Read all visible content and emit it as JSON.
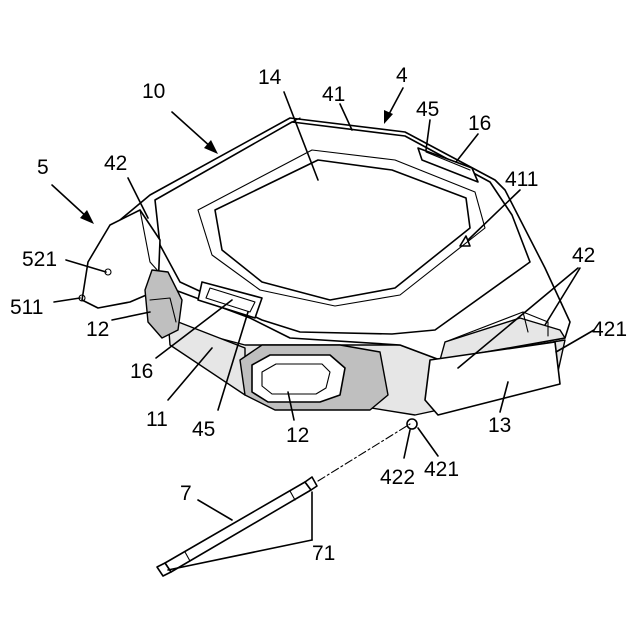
{
  "labels": {
    "l10": "10",
    "l14": "14",
    "l41": "41",
    "l4": "4",
    "l45_top": "45",
    "l16_top": "16",
    "l411": "411",
    "l5": "5",
    "l42_left": "42",
    "l521": "521",
    "l511": "511",
    "l12_left": "12",
    "l16_left": "16",
    "l11": "11",
    "l45_bottom": "45",
    "l12_bottom": "12",
    "l42_right": "42",
    "l421_right": "421",
    "l13": "13",
    "l421_bottom": "421",
    "l422": "422",
    "l7": "7",
    "l71": "71"
  }
}
